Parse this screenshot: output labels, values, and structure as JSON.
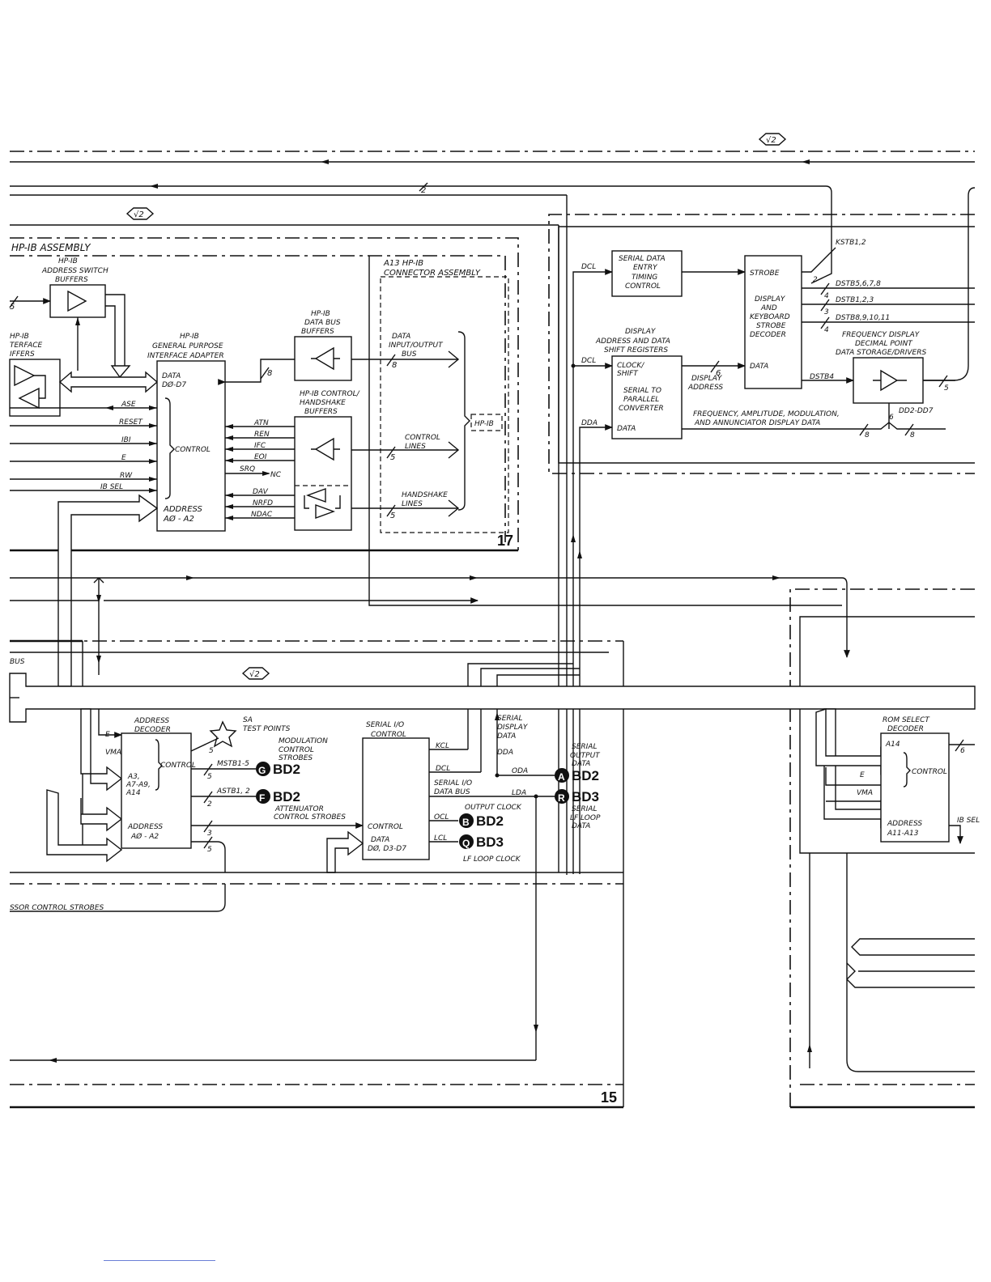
{
  "sections": {
    "hpib_assembly": {
      "title": "HP-IB ASSEMBLY",
      "number": "17",
      "address_switch_buffers": "HP-IB ADDRESS SWITCH BUFFERS",
      "interface_buffers": [
        "HP-IB",
        "TERFACE",
        "IFFERS"
      ],
      "gpia": [
        "HP-IB",
        "GENERAL PURPOSE",
        "INTERFACE ADAPTER"
      ],
      "gpia_data": [
        "DATA",
        "DØ-D7"
      ],
      "gpia_control": "CONTROL",
      "gpia_address": [
        "ADDRESS",
        "AØ - A2"
      ],
      "data_bus_buffers": [
        "HP-IB",
        "DATA BUS",
        "BUFFERS"
      ],
      "control_handshake_buffers": [
        "HP-IB CONTROL/",
        "HANDSHAKE",
        "BUFFERS"
      ],
      "left_signals": [
        "ASE",
        "RESET",
        "IBI",
        "E",
        "RW",
        "IB SEL"
      ],
      "control_signals": [
        "ATN",
        "REN",
        "IFC",
        "EOI",
        "SRQ",
        "NC"
      ],
      "handshake_signals": [
        "DAV",
        "NRFD",
        "NDAC"
      ],
      "bus_widths": [
        "5",
        "8",
        "5",
        "5",
        "8"
      ]
    },
    "a13_connector": {
      "title": [
        "A13 HP-IB",
        "CONNECTOR ASSEMBLY"
      ],
      "data_bus": [
        "DATA",
        "INPUT/OUTPUT",
        "BUS"
      ],
      "control_lines": [
        "CONTROL",
        "LINES"
      ],
      "handshake_lines": [
        "HANDSHAKE",
        "LINES"
      ],
      "connector": "HP-IB"
    },
    "display": {
      "serial_entry": [
        "SERIAL DATA",
        "ENTRY",
        "TIMING",
        "CONTROL"
      ],
      "shift_registers_title": [
        "DISPLAY",
        "ADDRESS AND DATA",
        "SHIFT REGISTERS"
      ],
      "shift_clock": [
        "CLOCK/",
        "SHIFT"
      ],
      "shift_converter": [
        "SERIAL TO",
        "PARALLEL",
        "CONVERTER"
      ],
      "shift_data": "DATA",
      "strobe_decoder": [
        "STROBE",
        "DISPLAY",
        "AND",
        "KEYBOARD",
        "STROBE",
        "DECODER",
        "DATA"
      ],
      "inputs": [
        "DCL",
        "DCL",
        "DDA"
      ],
      "display_address": [
        "DISPLAY",
        "ADDRESS"
      ],
      "strobes": [
        "KSTB1,2",
        "DSTB5,6,7,8",
        "DSTB1,2,3",
        "DSTB8,9,10,11",
        "DSTB4"
      ],
      "freq_display": [
        "FREQUENCY DISPLAY",
        "DECIMAL POINT",
        "DATA STORAGE/DRIVERS"
      ],
      "freq_data": "DD2-DD7",
      "annunciator": [
        "FREQUENCY, AMPLITUDE, MODULATION,",
        "AND ANNUNCIATOR DISPLAY DATA"
      ],
      "widths": [
        "2",
        "4",
        "3",
        "4",
        "6",
        "6",
        "5",
        "8",
        "8"
      ]
    },
    "cpu_board": {
      "number": "15",
      "bus_label": "BUS",
      "address_decoder": [
        "ADDRESS",
        "DECODER"
      ],
      "decoder_inputs": [
        "E",
        "VMA",
        "A3,",
        "A7-A9,",
        "A14",
        "ADDRESS",
        "AØ - A2"
      ],
      "decoder_control": "CONTROL",
      "test_points": [
        "SA",
        "TEST POINTS"
      ],
      "mod_strobes": [
        "MODULATION",
        "CONTROL",
        "STROBES"
      ],
      "mstb": "MSTB1-5",
      "astb": "ASTB1, 2",
      "atten_strobes": [
        "ATTENUATOR",
        "CONTROL STROBES"
      ],
      "processor_strobes": "SSOR CONTROL STROBES",
      "serial_io": [
        "SERIAL I/O",
        "CONTROL"
      ],
      "serial_io_ports": [
        "CONTROL",
        "DATA",
        "DØ, D3-D7"
      ],
      "serial_io_signals": [
        "KCL",
        "DCL",
        "SERIAL I/O",
        "DATA BUS",
        "OCL",
        "LCL"
      ],
      "serial_display": [
        "SERIAL",
        "DISPLAY",
        "DATA"
      ],
      "dda": "DDA",
      "oda": "ODA",
      "lda": "LDA",
      "serial_output": [
        "SERIAL",
        "OUTPUT",
        "DATA"
      ],
      "serial_lf": [
        "SERIAL",
        "LF LOOP",
        "DATA"
      ],
      "output_clock": "OUTPUT CLOCK",
      "lf_clock": "LF LOOP CLOCK",
      "widths": [
        "5",
        "5",
        "2",
        "3",
        "5"
      ]
    },
    "rom": {
      "title": [
        "ROM SELECT",
        "DECODER"
      ],
      "inputs": [
        "A14",
        "E",
        "VMA",
        "ADDRESS",
        "A11-A13"
      ],
      "control": "CONTROL",
      "ib_sel": "IB SEL",
      "width": "6"
    }
  },
  "refs": {
    "v2": "√2",
    "kcl_width": "2",
    "targets": [
      {
        "letter": "G",
        "sheet": "BD2"
      },
      {
        "letter": "F",
        "sheet": "BD2"
      },
      {
        "letter": "A",
        "sheet": "BD2"
      },
      {
        "letter": "R",
        "sheet": "BD3"
      },
      {
        "letter": "B",
        "sheet": "BD2"
      },
      {
        "letter": "Q",
        "sheet": "BD3"
      }
    ]
  }
}
